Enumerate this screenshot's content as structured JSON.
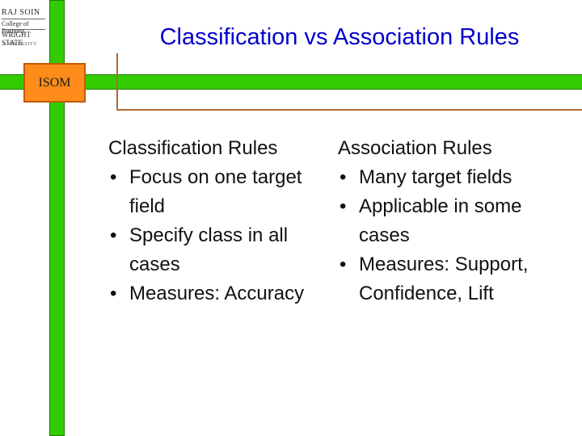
{
  "logo": {
    "line1": "RAJ SOIN",
    "line2": "College of Business",
    "line3": "WRIGHT STATE",
    "line4": "UNIVERSITY"
  },
  "badge": "ISOM",
  "slide": {
    "title": "Classification vs Association Rules",
    "left": {
      "heading": "Classification Rules",
      "bullets": [
        "Focus on one target field",
        "Specify class in all cases",
        "Measures: Accuracy"
      ]
    },
    "right": {
      "heading": "Association Rules",
      "bullets": [
        "Many target fields",
        "Applicable in some cases",
        "Measures: Support, Confidence, Lift"
      ]
    },
    "bullet_glyph": "•"
  },
  "colors": {
    "title": "#0000cc",
    "frame_green": "#33cc00",
    "badge_orange": "#ff8c1a",
    "line_brown": "#b06a2f"
  }
}
